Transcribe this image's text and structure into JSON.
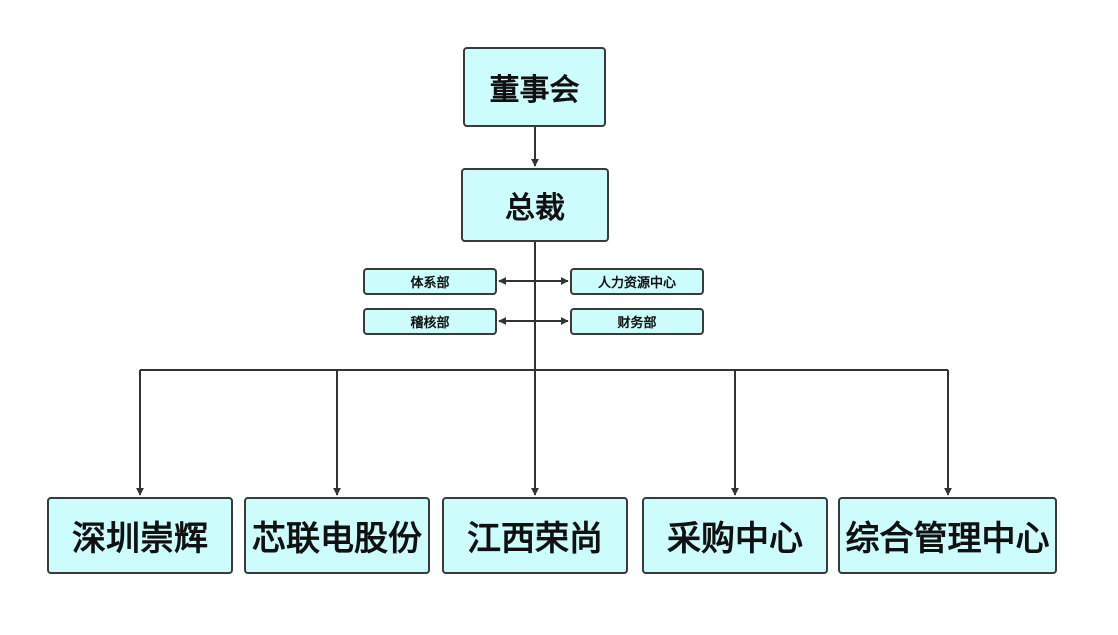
{
  "top": {
    "board": "董事会",
    "president": "总裁"
  },
  "staff_left": [
    {
      "label": "体系部"
    },
    {
      "label": "稽核部"
    }
  ],
  "staff_right": [
    {
      "label": "人力资源中心"
    },
    {
      "label": "财务部"
    }
  ],
  "units": [
    {
      "label": "深圳崇辉"
    },
    {
      "label": "芯联电股份"
    },
    {
      "label": "江西荣尚"
    },
    {
      "label": "采购中心"
    },
    {
      "label": "综合管理中心"
    }
  ],
  "colors": {
    "box_fill": "#ccfcfc",
    "border": "#3a3a3a",
    "line": "#333333"
  }
}
